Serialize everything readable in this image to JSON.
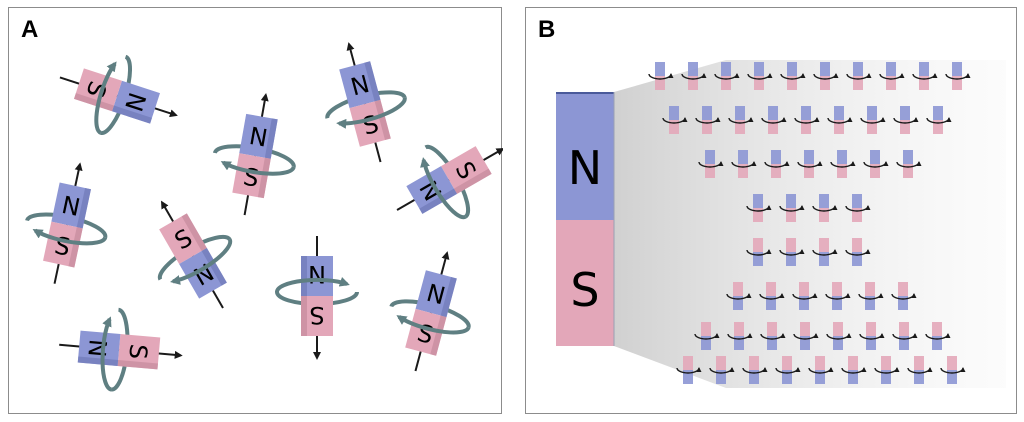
{
  "panels": {
    "a": {
      "label": "A"
    },
    "b": {
      "label": "B"
    }
  },
  "poles": {
    "north": "N",
    "south": "S"
  },
  "colors": {
    "north": "#8c96d4",
    "south": "#e3a7b9",
    "north_dark": "#6f79b8",
    "south_dark": "#c58a9d",
    "ring": "#5f7f82",
    "arrow": "#1a1a1a",
    "frame": "#8c8c8c"
  }
}
